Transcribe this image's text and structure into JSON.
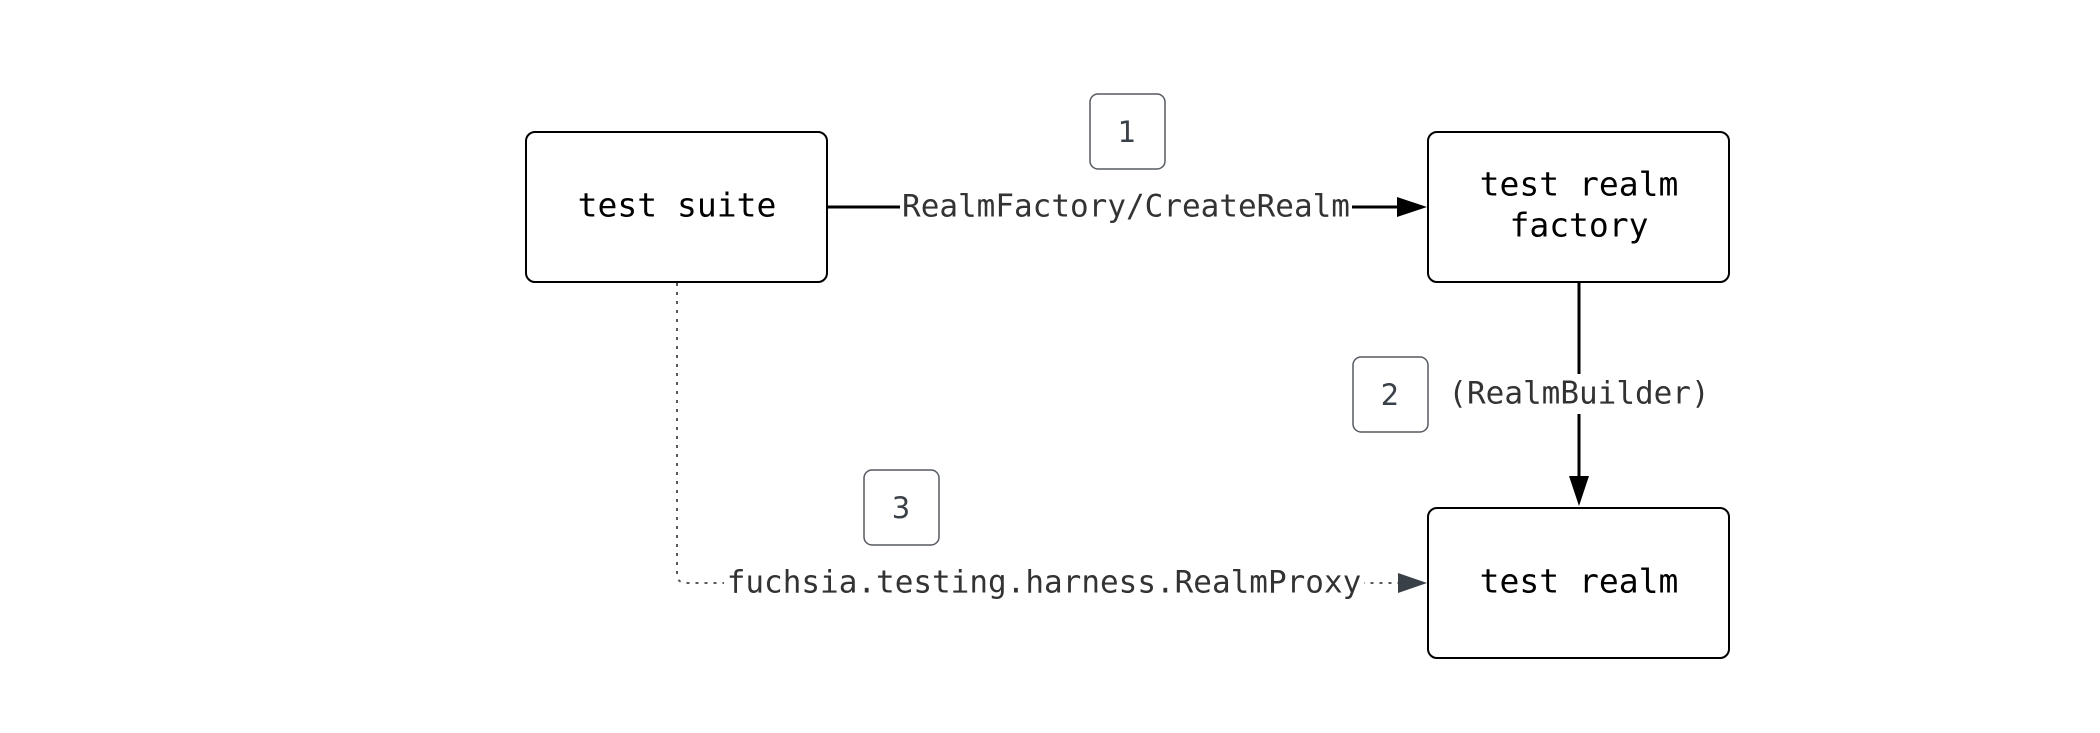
{
  "nodes": {
    "test_suite": "test suite",
    "factory_line1": "test realm",
    "factory_line2": "factory",
    "test_realm": "test realm"
  },
  "edges": {
    "create_realm": "RealmFactory/CreateRealm",
    "realm_builder": "(RealmBuilder)",
    "realm_proxy": "fuchsia.testing.harness.RealmProxy"
  },
  "steps": [
    "1",
    "2",
    "3"
  ],
  "colors": {
    "solid_edge": "#000000",
    "dotted_edge": "#555a60",
    "step_border": "#555a60"
  }
}
